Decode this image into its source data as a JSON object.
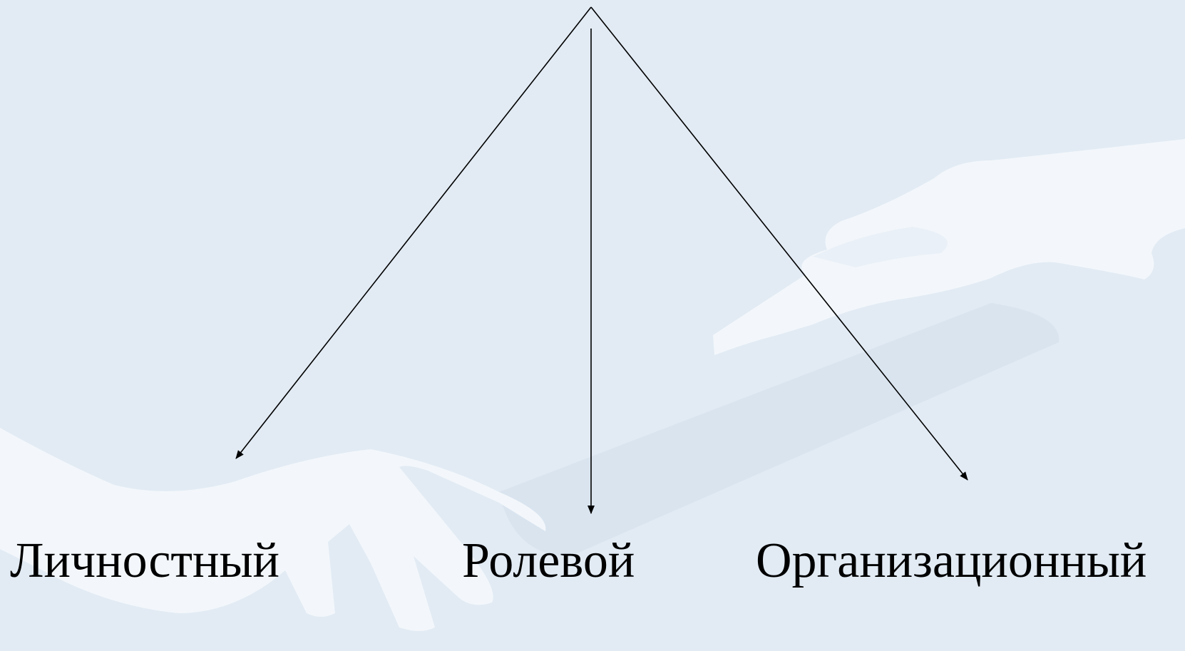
{
  "diagram": {
    "labels": {
      "left": "Личностный",
      "middle": "Ролевой",
      "right": "Организационный"
    },
    "colors": {
      "background": "#e2ebf4",
      "hands": "#f3f7fb",
      "lines": "#000000"
    },
    "background_image": "two reaching hands silhouette"
  }
}
